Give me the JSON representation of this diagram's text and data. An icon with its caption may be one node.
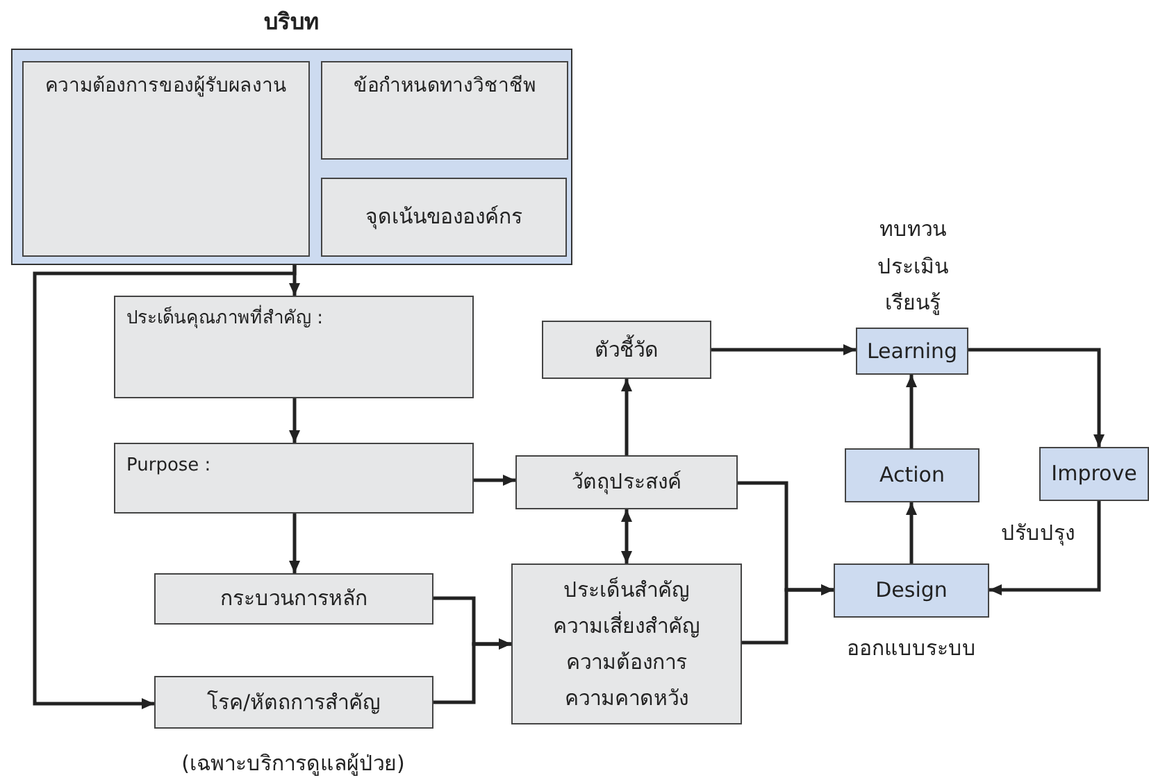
{
  "diagram": {
    "nodes": [
      {
        "text": [
          "บริบท"
        ]
      },
      {
        "text": [
          "ความต้องการของผู้รับผลงาน"
        ],
        "in": 0
      },
      {
        "text": [
          "ข้อกำหนดทางวิชาชีพ"
        ],
        "in": 0
      },
      {
        "text": [
          "จุดเน้นขององค์กร"
        ],
        "in": 0
      },
      {
        "text": [
          "ประเด็นคุณภาพที่สำคัญ :"
        ]
      },
      {
        "text": [
          "Purpose :"
        ]
      },
      {
        "text": [
          "กระบวนการหลัก"
        ]
      },
      {
        "text": [
          "โรค/หัตถการสำคัญ"
        ],
        "beside": [
          "(เฉพาะบริการดูแลผู้ป่วย)"
        ]
      },
      {
        "text": [
          "ตัวชี้วัด"
        ]
      },
      {
        "text": [
          "วัตถุประสงค์"
        ]
      },
      {
        "text": [
          "ประเด็นสำคัญ ความเสี่ยงสำคัญ ความต้องการ ความคาดหวัง"
        ]
      },
      {
        "text": [
          "Learning"
        ],
        "beside": [
          "ทบทวน",
          "ประเมิน",
          "เรียนรู้"
        ]
      },
      {
        "text": [
          "Action"
        ]
      },
      {
        "text": [
          "Improve"
        ],
        "beside": [
          "ปรับปรุง"
        ]
      },
      {
        "text": [
          "Design"
        ],
        "beside": [
          "ออกแบบระบบ"
        ]
      }
    ],
    "edges": [
      {
        "from": 0,
        "to": 4,
        "arrow": "to"
      },
      {
        "from": 0,
        "to": 7,
        "arrow": "to"
      },
      {
        "from": 4,
        "to": 5,
        "arrow": "to"
      },
      {
        "from": 5,
        "to": 6,
        "arrow": "to"
      },
      {
        "from": 5,
        "to": 9,
        "arrow": "to"
      },
      {
        "from": 6,
        "to": 10,
        "arrow": "to"
      },
      {
        "from": 7,
        "to": 10,
        "arrow": "to"
      },
      {
        "from": 9,
        "to": 8,
        "arrow": "to"
      },
      {
        "from": 9,
        "to": 10,
        "arrow": "both"
      },
      {
        "from": 8,
        "to": 11,
        "arrow": "to"
      },
      {
        "from": 9,
        "to": 14,
        "arrow": "to"
      },
      {
        "from": 10,
        "to": 14,
        "arrow": "to"
      },
      {
        "from": 14,
        "to": 12,
        "arrow": "to"
      },
      {
        "from": 12,
        "to": 11,
        "arrow": "to"
      },
      {
        "from": 11,
        "to": 13,
        "arrow": "to"
      },
      {
        "from": 13,
        "to": 14,
        "arrow": "to"
      }
    ]
  }
}
